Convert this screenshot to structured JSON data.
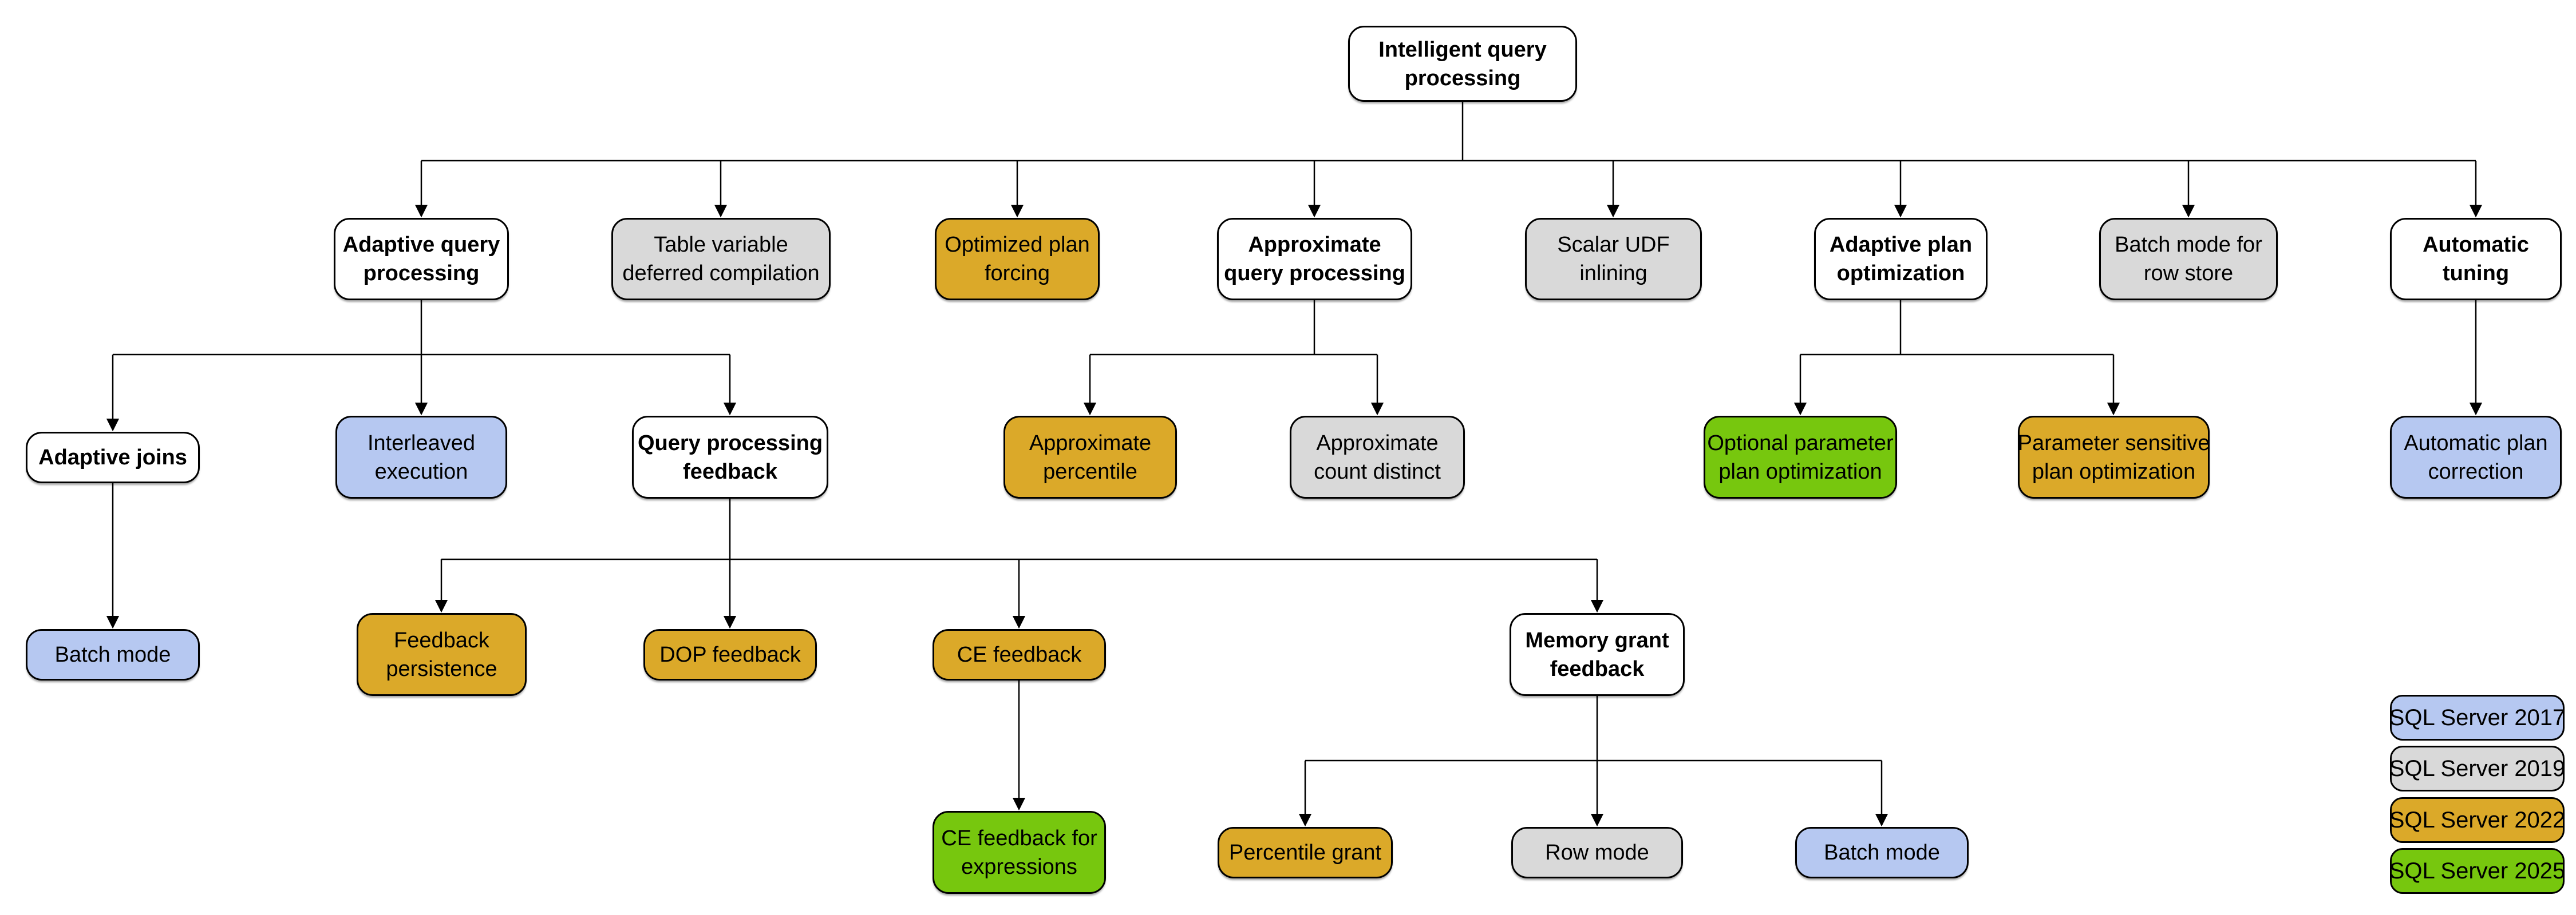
{
  "diagram": {
    "root": {
      "label": "Intelligent query processing",
      "lines": [
        "Intelligent query",
        "processing"
      ]
    },
    "nodes": [
      {
        "id": "intelligent-query-processing",
        "label": "Intelligent query processing",
        "lines": [
          "Intelligent query",
          "processing"
        ],
        "color": "white"
      },
      {
        "id": "adaptive-query-processing",
        "label": "Adaptive query processing",
        "lines": [
          "Adaptive query",
          "processing"
        ],
        "color": "white"
      },
      {
        "id": "table-variable-deferred-compilation",
        "label": "Table variable deferred compilation",
        "lines": [
          "Table variable",
          "deferred compilation"
        ],
        "color": "gray"
      },
      {
        "id": "optimized-plan-forcing",
        "label": "Optimized plan forcing",
        "lines": [
          "Optimized plan",
          "forcing"
        ],
        "color": "gold"
      },
      {
        "id": "approximate-query-processing",
        "label": "Approximate query processing",
        "lines": [
          "Approximate",
          "query processing"
        ],
        "color": "white"
      },
      {
        "id": "scalar-udf-inlining",
        "label": "Scalar UDF inlining",
        "lines": [
          "Scalar UDF",
          "inlining"
        ],
        "color": "gray"
      },
      {
        "id": "adaptive-plan-optimization",
        "label": "Adaptive plan optimization",
        "lines": [
          "Adaptive plan",
          "optimization"
        ],
        "color": "white"
      },
      {
        "id": "batch-mode-for-row-store",
        "label": "Batch mode for row store",
        "lines": [
          "Batch mode for",
          "row store"
        ],
        "color": "gray"
      },
      {
        "id": "automatic-tuning",
        "label": "Automatic tuning",
        "lines": [
          "Automatic",
          "tuning"
        ],
        "color": "white"
      },
      {
        "id": "adaptive-joins",
        "label": "Adaptive joins",
        "lines": [
          "Adaptive joins"
        ],
        "color": "white"
      },
      {
        "id": "interleaved-execution",
        "label": "Interleaved execution",
        "lines": [
          "Interleaved",
          "execution"
        ],
        "color": "blue"
      },
      {
        "id": "query-processing-feedback",
        "label": "Query processing feedback",
        "lines": [
          "Query processing",
          "feedback"
        ],
        "color": "white"
      },
      {
        "id": "approximate-percentile",
        "label": "Approximate percentile",
        "lines": [
          "Approximate",
          "percentile"
        ],
        "color": "gold"
      },
      {
        "id": "approximate-count-distinct",
        "label": "Approximate count distinct",
        "lines": [
          "Approximate",
          "count distinct"
        ],
        "color": "gray"
      },
      {
        "id": "optional-parameter-plan-optimization",
        "label": "Optional parameter plan optimization",
        "lines": [
          "Optional parameter",
          "plan optimization"
        ],
        "color": "green"
      },
      {
        "id": "parameter-sensitive-plan-optimization",
        "label": "Parameter sensitive plan optimization",
        "lines": [
          "Parameter sensitive",
          "plan optimization"
        ],
        "color": "gold"
      },
      {
        "id": "automatic-plan-correction",
        "label": "Automatic plan correction",
        "lines": [
          "Automatic plan",
          "correction"
        ],
        "color": "blue"
      },
      {
        "id": "batch-mode-adaptive-joins",
        "label": "Batch mode",
        "lines": [
          "Batch mode"
        ],
        "color": "blue"
      },
      {
        "id": "feedback-persistence",
        "label": "Feedback persistence",
        "lines": [
          "Feedback",
          "persistence"
        ],
        "color": "gold"
      },
      {
        "id": "dop-feedback",
        "label": "DOP feedback",
        "lines": [
          "DOP feedback"
        ],
        "color": "gold"
      },
      {
        "id": "ce-feedback",
        "label": "CE feedback",
        "lines": [
          "CE feedback"
        ],
        "color": "gold"
      },
      {
        "id": "memory-grant-feedback",
        "label": "Memory grant feedback",
        "lines": [
          "Memory grant",
          "feedback"
        ],
        "color": "white"
      },
      {
        "id": "ce-feedback-for-expressions",
        "label": "CE feedback for expressions",
        "lines": [
          "CE feedback for",
          "expressions"
        ],
        "color": "green"
      },
      {
        "id": "percentile-grant",
        "label": "Percentile grant",
        "lines": [
          "Percentile grant"
        ],
        "color": "gold"
      },
      {
        "id": "row-mode",
        "label": "Row mode",
        "lines": [
          "Row mode"
        ],
        "color": "gray"
      },
      {
        "id": "batch-mode-memory-grant",
        "label": "Batch mode",
        "lines": [
          "Batch mode"
        ],
        "color": "blue"
      }
    ],
    "legend": [
      {
        "label": "SQL Server 2017",
        "color": "blue"
      },
      {
        "label": "SQL Server 2019",
        "color": "gray"
      },
      {
        "label": "SQL Server 2022",
        "color": "gold"
      },
      {
        "label": "SQL Server 2025",
        "color": "green"
      }
    ],
    "colors": {
      "white": "#ffffff",
      "blue": "#b6c8f1",
      "gray": "#d9d9d9",
      "gold": "#dba929",
      "green": "#77c70e",
      "line": "#000000",
      "border": "#000000"
    }
  }
}
